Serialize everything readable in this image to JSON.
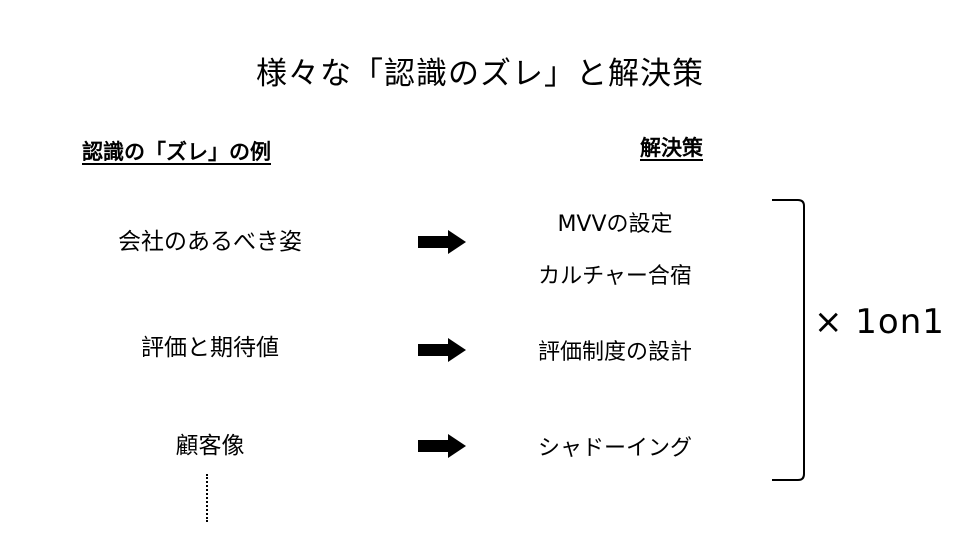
{
  "title": "様々な「認識のズレ」と解決策",
  "columns": {
    "left_header": "認識の「ズレ」の例",
    "right_header": "解決策"
  },
  "rows": [
    {
      "example": "会社のあるべき姿",
      "solutions": [
        "MVVの設定",
        "カルチャー合宿"
      ]
    },
    {
      "example": "評価と期待値",
      "solutions": [
        "評価制度の設計"
      ]
    },
    {
      "example": "顧客像",
      "solutions": [
        "シャドーイング"
      ]
    }
  ],
  "bracket_label": "× 1on1",
  "icons": {
    "arrow": "right-arrow-icon",
    "continuation": "vertical-ellipsis-icon"
  }
}
